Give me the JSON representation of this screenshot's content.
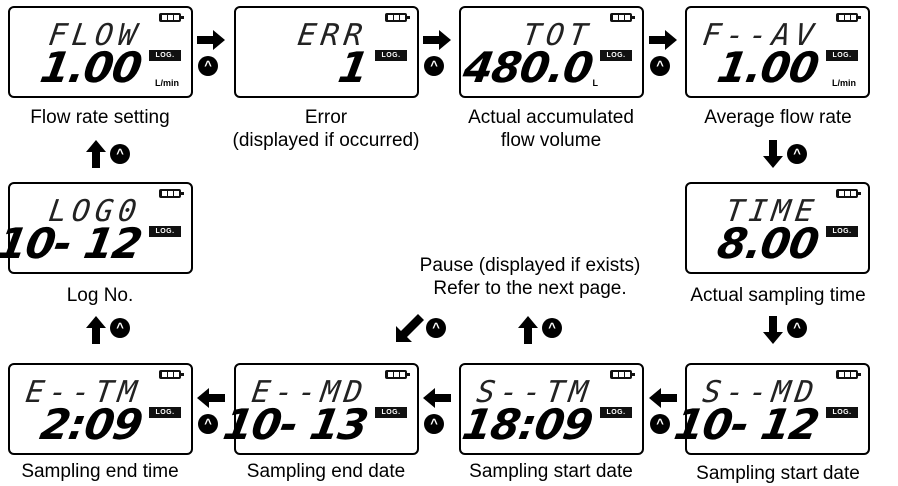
{
  "panels": {
    "flow": {
      "top": "FLOW",
      "bottom": "1.00",
      "unit": "L/min",
      "log": "LOG."
    },
    "err": {
      "top": "ERR",
      "bottom": "1",
      "unit": "",
      "log": "LOG."
    },
    "tot": {
      "top": "TOT",
      "bottom": "480.0",
      "unit": "L",
      "log": "LOG."
    },
    "fav": {
      "top": "F--AV",
      "bottom": "1.00",
      "unit": "L/min",
      "log": "LOG."
    },
    "time": {
      "top": "TIME",
      "bottom": "8.00",
      "unit": "",
      "log": "LOG."
    },
    "logno": {
      "top": "LOG0",
      "bottom": "10- 12",
      "unit": "",
      "log": "LOG."
    },
    "etm": {
      "top": "E--TM",
      "bottom": "2:09",
      "unit": "",
      "log": "LOG."
    },
    "emd": {
      "top": "E--MD",
      "bottom": "10- 13",
      "unit": "",
      "log": "LOG."
    },
    "stm": {
      "top": "S--TM",
      "bottom": "18:09",
      "unit": "",
      "log": "LOG."
    },
    "smd": {
      "top": "S--MD",
      "bottom": "10- 12",
      "unit": "",
      "log": "LOG."
    }
  },
  "labels": {
    "flow": "Flow rate setting",
    "err": [
      "Error",
      "(displayed if occurred)"
    ],
    "tot": [
      "Actual accumulated",
      "flow volume"
    ],
    "fav": "Average flow rate",
    "logno": "Log No.",
    "pause": [
      "Pause (displayed if exists)",
      "Refer to the next page."
    ],
    "time": "Actual sampling time",
    "etm": "Sampling end time",
    "emd": "Sampling end date",
    "stm": "Sampling start date",
    "smd": "Sampling start date"
  },
  "button_symbol": "^"
}
